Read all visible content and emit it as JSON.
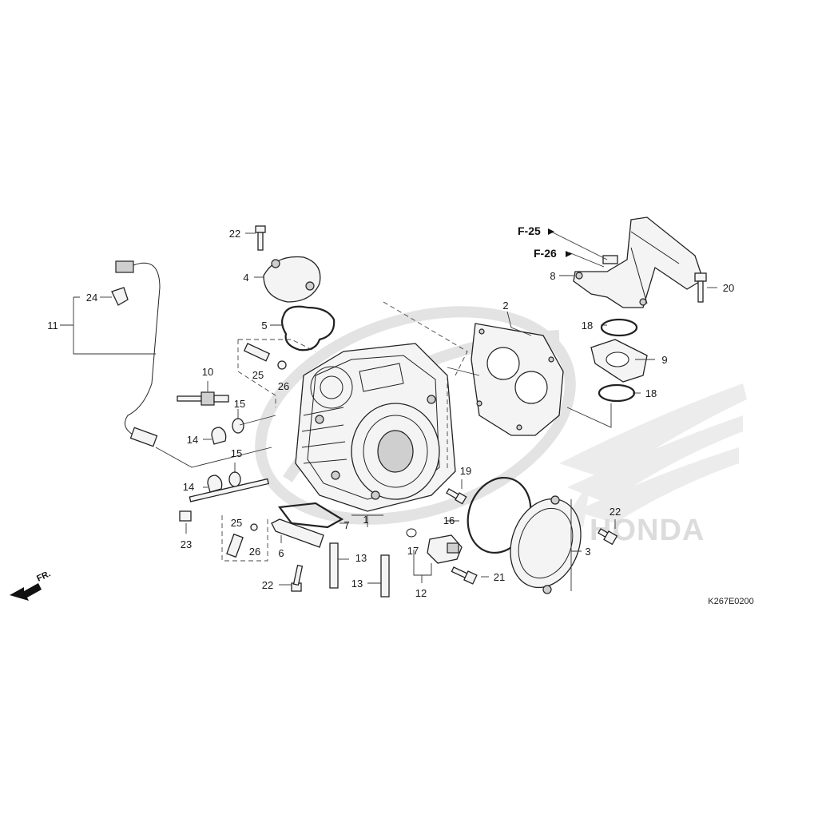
{
  "diagram": {
    "code": "K267E0200",
    "brand_watermark": "HONDA",
    "front_indicator": "FR.",
    "refs": [
      {
        "id": "ref-f25",
        "text": "F-25"
      },
      {
        "id": "ref-f26",
        "text": "F-26"
      }
    ],
    "callouts": {
      "c1": "1",
      "c2": "2",
      "c3": "3",
      "c4": "4",
      "c5": "5",
      "c6": "6",
      "c7": "7",
      "c8": "8",
      "c9": "9",
      "c10": "10",
      "c11": "11",
      "c12": "12",
      "c13a": "13",
      "c13b": "13",
      "c14a": "14",
      "c14b": "14",
      "c15a": "15",
      "c15b": "15",
      "c16": "16",
      "c17": "17",
      "c18a": "18",
      "c18b": "18",
      "c19": "19",
      "c20": "20",
      "c21": "21",
      "c22a": "22",
      "c22b": "22",
      "c22c": "22",
      "c23": "23",
      "c24": "24",
      "c25a": "25",
      "c25b": "25",
      "c26a": "26",
      "c26b": "26"
    }
  }
}
